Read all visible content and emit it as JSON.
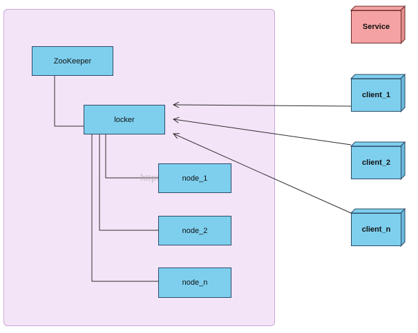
{
  "diagram": {
    "container_label": "",
    "zookeeper_label": "ZooKeeper",
    "locker_label": "locker",
    "nodes": [
      "node_1",
      "node_2",
      "node_n"
    ],
    "service_label": "Service",
    "clients": [
      "client_1",
      "client_2",
      "client_n"
    ],
    "watermark": "http://blog.csdn.net/"
  },
  "colors": {
    "container_fill": "#f4e4f7",
    "box_fill": "#7ecfee",
    "service_fill": "#f4a2a2",
    "line": "#2b2b2b"
  }
}
